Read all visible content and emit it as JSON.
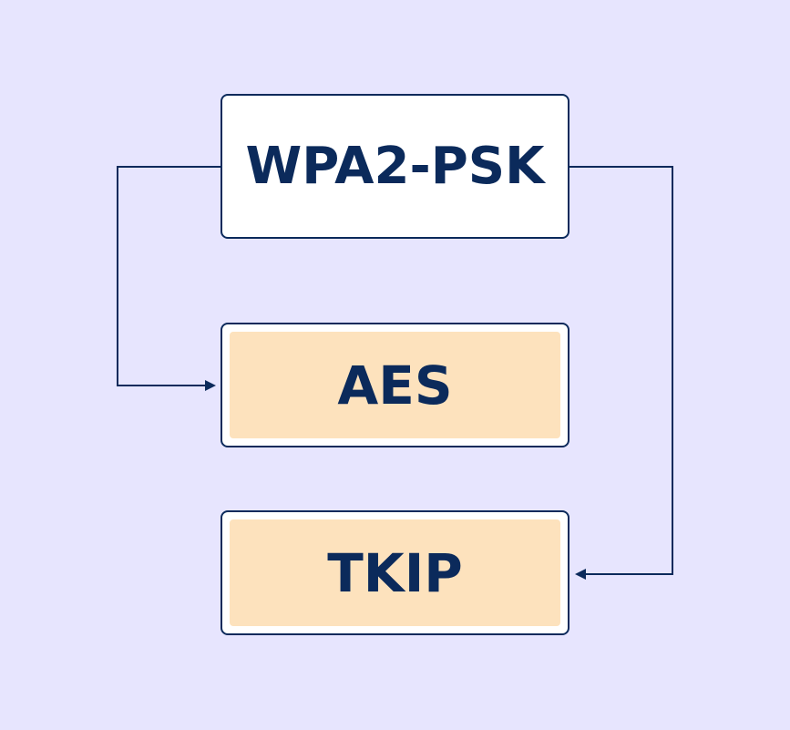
{
  "diagram": {
    "root": {
      "label": "WPA2-PSK"
    },
    "children": [
      {
        "label": "AES"
      },
      {
        "label": "TKIP"
      }
    ]
  },
  "colors": {
    "background": "#e7e5fe",
    "stroke": "#0b2a5b",
    "root_fill": "#ffffff",
    "child_fill": "#fde2bd",
    "text": "#0b2a5b"
  }
}
